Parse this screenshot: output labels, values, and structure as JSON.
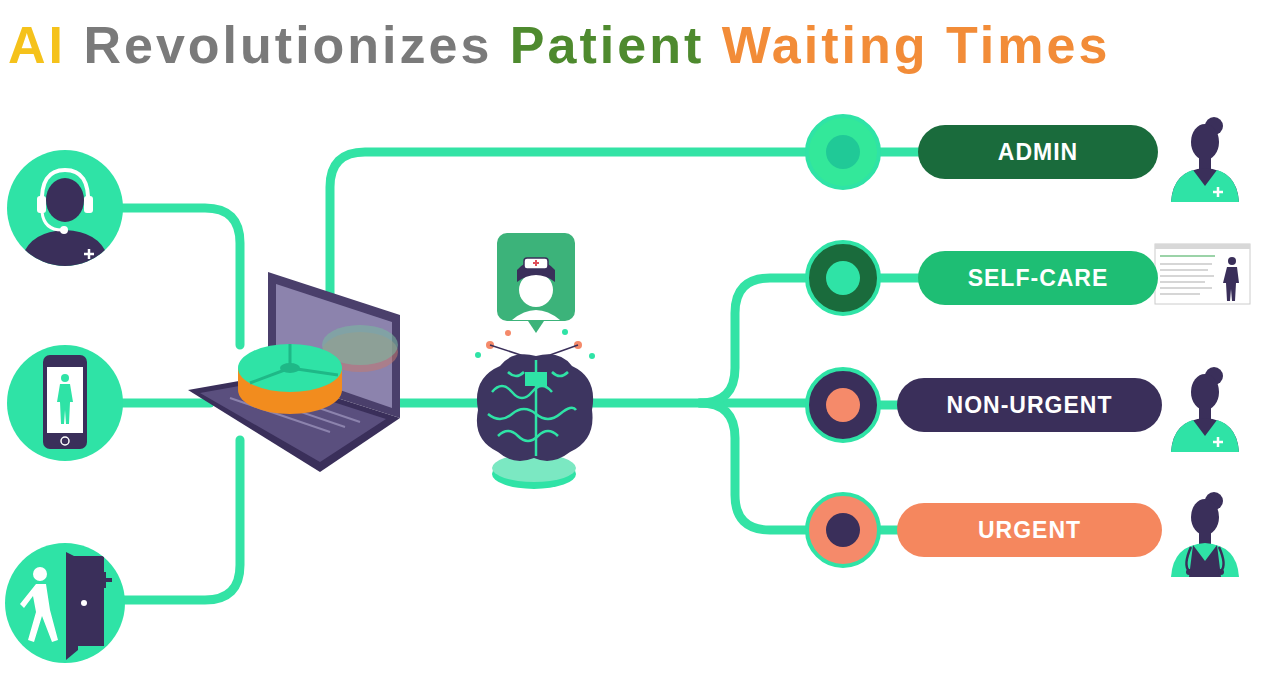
{
  "diagram": {
    "title": "AI Revolutionizes Patient Waiting Times",
    "nodes": [
      {
        "text": [
          "ADMIN"
        ]
      },
      {
        "text": [
          "SELF-CARE"
        ]
      },
      {
        "text": [
          "NON-URGENT"
        ]
      },
      {
        "text": [
          "URGENT"
        ]
      }
    ]
  }
}
